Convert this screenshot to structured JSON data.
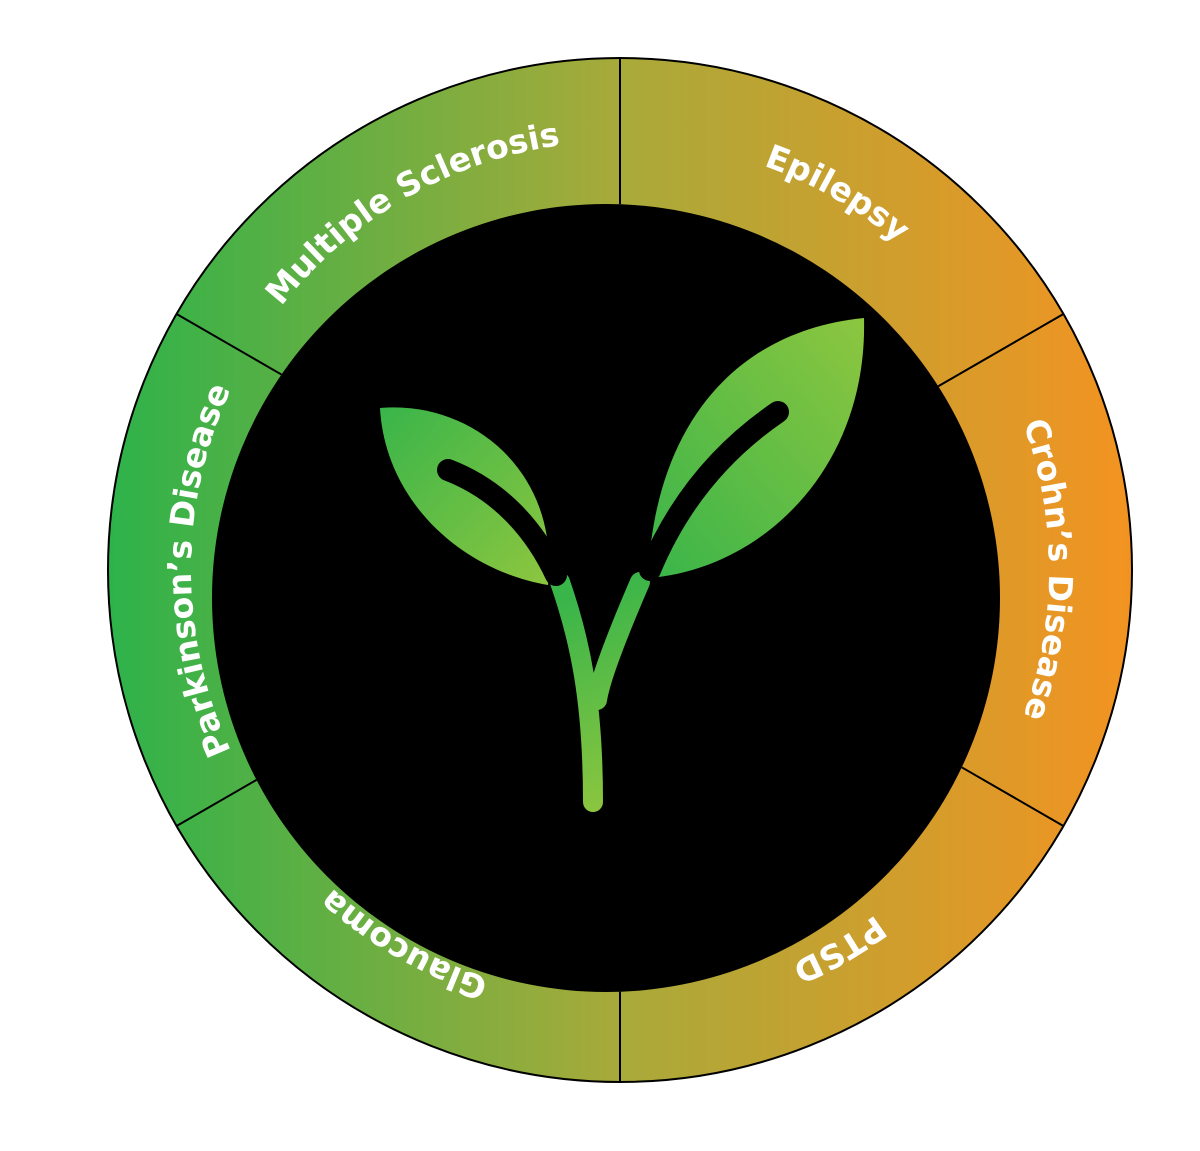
{
  "wheel": {
    "segments": [
      {
        "label": "Epilepsy"
      },
      {
        "label": "Crohn’s Disease"
      },
      {
        "label": "PTSD"
      },
      {
        "label": "Glaucoma"
      },
      {
        "label": "Parkinson’s Disease"
      },
      {
        "label": "Multiple Sclerosis"
      }
    ]
  },
  "center": {
    "icon": "sprout-icon"
  },
  "colors": {
    "green": "#2db34a",
    "olive": "#a8aa3a",
    "orange": "#f39321",
    "center_fill": "#000000",
    "leaf_light": "#8dc63f",
    "leaf_dark": "#39b54a",
    "divider": "#000000",
    "text": "#ffffff"
  }
}
